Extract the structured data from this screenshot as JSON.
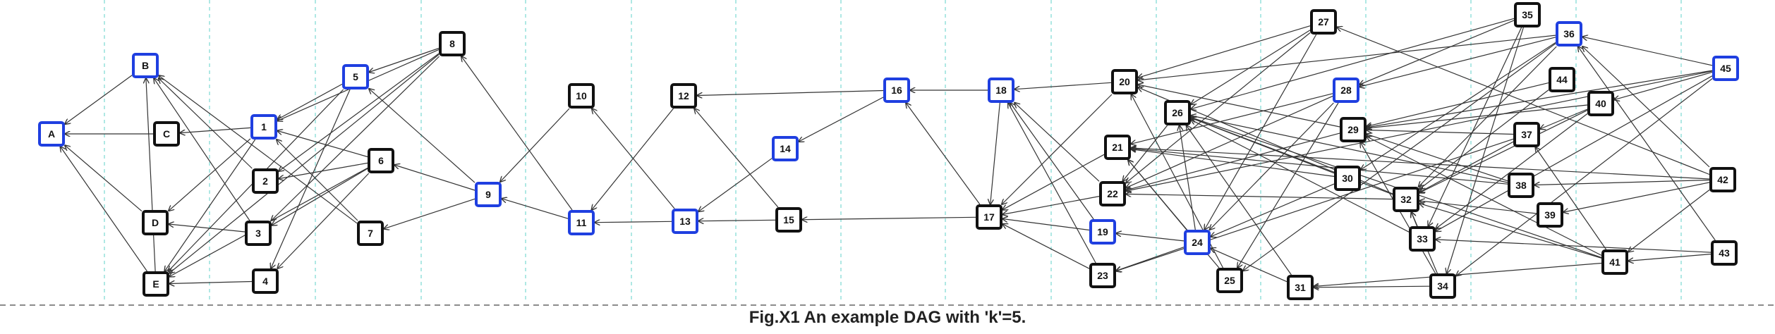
{
  "caption": "Fig.X1 An example DAG with 'k'=5.",
  "colors": {
    "normal_node_border": "#111111",
    "highlight_node_border": "#1f3fe0",
    "edge": "#333333",
    "guide_line": "#5fd0c8",
    "separator": "#666666"
  },
  "nodes": [
    {
      "id": "A",
      "label": "A",
      "highlight": true
    },
    {
      "id": "B",
      "label": "B",
      "highlight": true
    },
    {
      "id": "C",
      "label": "C",
      "highlight": false
    },
    {
      "id": "D",
      "label": "D",
      "highlight": false
    },
    {
      "id": "E",
      "label": "E",
      "highlight": false
    },
    {
      "id": "1",
      "label": "1",
      "highlight": true
    },
    {
      "id": "2",
      "label": "2",
      "highlight": false
    },
    {
      "id": "3",
      "label": "3",
      "highlight": false
    },
    {
      "id": "4",
      "label": "4",
      "highlight": false
    },
    {
      "id": "5",
      "label": "5",
      "highlight": true
    },
    {
      "id": "6",
      "label": "6",
      "highlight": false
    },
    {
      "id": "7",
      "label": "7",
      "highlight": false
    },
    {
      "id": "8",
      "label": "8",
      "highlight": false
    },
    {
      "id": "9",
      "label": "9",
      "highlight": true
    },
    {
      "id": "10",
      "label": "10",
      "highlight": false
    },
    {
      "id": "11",
      "label": "11",
      "highlight": true
    },
    {
      "id": "12",
      "label": "12",
      "highlight": false
    },
    {
      "id": "13",
      "label": "13",
      "highlight": true
    },
    {
      "id": "14",
      "label": "14",
      "highlight": true
    },
    {
      "id": "15",
      "label": "15",
      "highlight": false
    },
    {
      "id": "16",
      "label": "16",
      "highlight": true
    },
    {
      "id": "17",
      "label": "17",
      "highlight": false
    },
    {
      "id": "18",
      "label": "18",
      "highlight": true
    },
    {
      "id": "19",
      "label": "19",
      "highlight": true
    },
    {
      "id": "20",
      "label": "20",
      "highlight": false
    },
    {
      "id": "21",
      "label": "21",
      "highlight": false
    },
    {
      "id": "22",
      "label": "22",
      "highlight": false
    },
    {
      "id": "23",
      "label": "23",
      "highlight": false
    },
    {
      "id": "24",
      "label": "24",
      "highlight": true
    },
    {
      "id": "25",
      "label": "25",
      "highlight": false
    },
    {
      "id": "26",
      "label": "26",
      "highlight": false
    },
    {
      "id": "27",
      "label": "27",
      "highlight": false
    },
    {
      "id": "28",
      "label": "28",
      "highlight": true
    },
    {
      "id": "29",
      "label": "29",
      "highlight": false
    },
    {
      "id": "30",
      "label": "30",
      "highlight": false
    },
    {
      "id": "31",
      "label": "31",
      "highlight": false
    },
    {
      "id": "32",
      "label": "32",
      "highlight": false
    },
    {
      "id": "33",
      "label": "33",
      "highlight": false
    },
    {
      "id": "34",
      "label": "34",
      "highlight": false
    },
    {
      "id": "35",
      "label": "35",
      "highlight": false
    },
    {
      "id": "36",
      "label": "36",
      "highlight": true
    },
    {
      "id": "37",
      "label": "37",
      "highlight": false
    },
    {
      "id": "38",
      "label": "38",
      "highlight": false
    },
    {
      "id": "39",
      "label": "39",
      "highlight": false
    },
    {
      "id": "40",
      "label": "40",
      "highlight": false
    },
    {
      "id": "41",
      "label": "41",
      "highlight": false
    },
    {
      "id": "42",
      "label": "42",
      "highlight": false
    },
    {
      "id": "43",
      "label": "43",
      "highlight": false
    },
    {
      "id": "44",
      "label": "44",
      "highlight": false
    },
    {
      "id": "45",
      "label": "45",
      "highlight": true
    }
  ],
  "edges": [
    [
      "B",
      "A"
    ],
    [
      "C",
      "A"
    ],
    [
      "D",
      "A"
    ],
    [
      "E",
      "A"
    ],
    [
      "1",
      "C"
    ],
    [
      "1",
      "D"
    ],
    [
      "1",
      "E"
    ],
    [
      "2",
      "B"
    ],
    [
      "3",
      "B"
    ],
    [
      "3",
      "D"
    ],
    [
      "4",
      "E"
    ],
    [
      "E",
      "B"
    ],
    [
      "5",
      "1"
    ],
    [
      "5",
      "4"
    ],
    [
      "5",
      "E"
    ],
    [
      "6",
      "1"
    ],
    [
      "6",
      "2"
    ],
    [
      "6",
      "3"
    ],
    [
      "6",
      "4"
    ],
    [
      "6",
      "E"
    ],
    [
      "7",
      "1"
    ],
    [
      "7",
      "B"
    ],
    [
      "8",
      "5"
    ],
    [
      "8",
      "1"
    ],
    [
      "8",
      "2"
    ],
    [
      "8",
      "3"
    ],
    [
      "8",
      "E"
    ],
    [
      "9",
      "5"
    ],
    [
      "9",
      "6"
    ],
    [
      "9",
      "7"
    ],
    [
      "10",
      "9"
    ],
    [
      "11",
      "9"
    ],
    [
      "11",
      "8"
    ],
    [
      "12",
      "11"
    ],
    [
      "13",
      "11"
    ],
    [
      "13",
      "10"
    ],
    [
      "14",
      "13"
    ],
    [
      "15",
      "13"
    ],
    [
      "15",
      "12"
    ],
    [
      "16",
      "12"
    ],
    [
      "16",
      "14"
    ],
    [
      "17",
      "16"
    ],
    [
      "17",
      "15"
    ],
    [
      "18",
      "16"
    ],
    [
      "18",
      "17"
    ],
    [
      "19",
      "18"
    ],
    [
      "19",
      "17"
    ],
    [
      "20",
      "18"
    ],
    [
      "20",
      "17"
    ],
    [
      "21",
      "17"
    ],
    [
      "22",
      "18"
    ],
    [
      "22",
      "17"
    ],
    [
      "23",
      "18"
    ],
    [
      "23",
      "17"
    ],
    [
      "24",
      "19"
    ],
    [
      "24",
      "23"
    ],
    [
      "24",
      "26"
    ],
    [
      "24",
      "21"
    ],
    [
      "25",
      "20"
    ],
    [
      "25",
      "21"
    ],
    [
      "26",
      "22"
    ],
    [
      "27",
      "20"
    ],
    [
      "27",
      "22"
    ],
    [
      "27",
      "24"
    ],
    [
      "27",
      "26"
    ],
    [
      "28",
      "22"
    ],
    [
      "28",
      "24"
    ],
    [
      "28",
      "25"
    ],
    [
      "28",
      "21"
    ],
    [
      "29",
      "22"
    ],
    [
      "29",
      "20"
    ],
    [
      "30",
      "21"
    ],
    [
      "30",
      "26"
    ],
    [
      "30",
      "24"
    ],
    [
      "31",
      "26"
    ],
    [
      "31",
      "24"
    ],
    [
      "32",
      "22"
    ],
    [
      "32",
      "26"
    ],
    [
      "32",
      "20"
    ],
    [
      "33",
      "26"
    ],
    [
      "33",
      "32"
    ],
    [
      "34",
      "31"
    ],
    [
      "34",
      "29"
    ],
    [
      "34",
      "32"
    ],
    [
      "35",
      "26"
    ],
    [
      "35",
      "28"
    ],
    [
      "35",
      "34"
    ],
    [
      "35",
      "33"
    ],
    [
      "36",
      "20"
    ],
    [
      "36",
      "28"
    ],
    [
      "36",
      "30"
    ],
    [
      "36",
      "32"
    ],
    [
      "36",
      "25"
    ],
    [
      "37",
      "29"
    ],
    [
      "37",
      "32"
    ],
    [
      "37",
      "23"
    ],
    [
      "38",
      "21"
    ],
    [
      "38",
      "26"
    ],
    [
      "38",
      "29"
    ],
    [
      "39",
      "32"
    ],
    [
      "40",
      "29"
    ],
    [
      "40",
      "37"
    ],
    [
      "40",
      "32"
    ],
    [
      "40",
      "33"
    ],
    [
      "41",
      "32"
    ],
    [
      "41",
      "37"
    ],
    [
      "41",
      "29"
    ],
    [
      "41",
      "31"
    ],
    [
      "41",
      "26"
    ],
    [
      "42",
      "27"
    ],
    [
      "42",
      "36"
    ],
    [
      "42",
      "38"
    ],
    [
      "42",
      "39"
    ],
    [
      "42",
      "41"
    ],
    [
      "42",
      "21"
    ],
    [
      "43",
      "41"
    ],
    [
      "43",
      "33"
    ],
    [
      "43",
      "36"
    ],
    [
      "44",
      "29"
    ],
    [
      "44",
      "32"
    ],
    [
      "45",
      "40"
    ],
    [
      "45",
      "36"
    ],
    [
      "45",
      "29"
    ],
    [
      "45",
      "33"
    ],
    [
      "45",
      "34"
    ],
    [
      "45",
      "22"
    ]
  ]
}
